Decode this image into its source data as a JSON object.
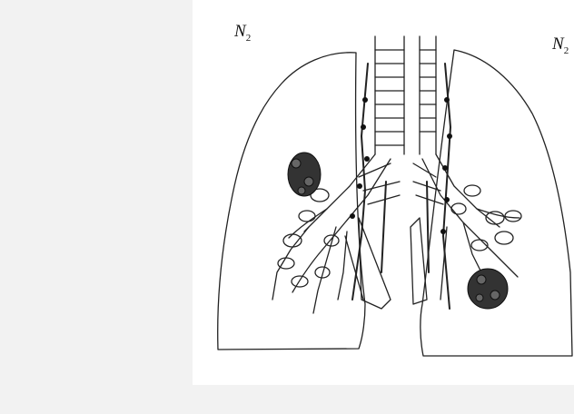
{
  "labels": {
    "left": {
      "main": "N",
      "sub": "2"
    },
    "right": {
      "main": "N",
      "sub": "2"
    }
  }
}
